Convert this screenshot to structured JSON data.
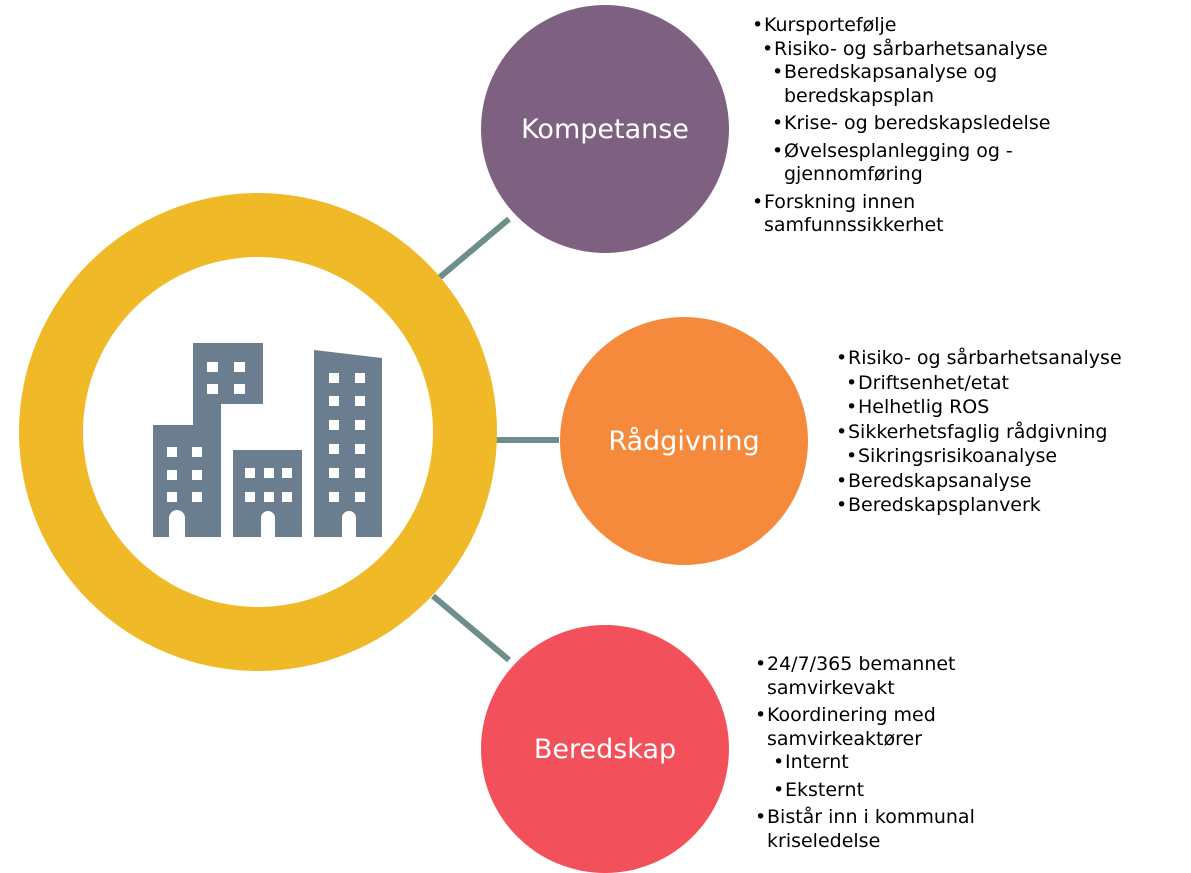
{
  "colors": {
    "hub_ring": "#F0B928",
    "hub_center": "#FFFFFF",
    "building": "#6B7E8F",
    "connector": "#6E8E8C",
    "kompetanse": "#7E6180",
    "radgivning": "#F58A3D",
    "beredskap": "#F2505A"
  },
  "icons": {
    "hub": "city-buildings-icon"
  },
  "nodes": {
    "kompetanse": {
      "label": "Kompetanse",
      "bullets": [
        {
          "level": 1,
          "text": "Kursportefølje"
        },
        {
          "level": 2,
          "text": "Risiko- og sårbarhetsanalyse"
        },
        {
          "level": 3,
          "text": "Beredskapsanalyse og beredskapsplan"
        },
        {
          "level": 3,
          "text": "Krise- og beredskapsledelse"
        },
        {
          "level": 3,
          "text": "Øvelsesplanlegging og -gjennomføring"
        },
        {
          "level": 1,
          "text": "Forskning innen samfunnssikkerhet"
        }
      ]
    },
    "radgivning": {
      "label": "Rådgivning",
      "bullets": [
        {
          "level": 1,
          "text": "Risiko- og sårbarhetsanalyse"
        },
        {
          "level": 2,
          "text": "Driftsenhet/etat"
        },
        {
          "level": 2,
          "text": "Helhetlig ROS"
        },
        {
          "level": 1,
          "text": "Sikkerhetsfaglig rådgivning"
        },
        {
          "level": 2,
          "text": "Sikringsrisikoanalyse"
        },
        {
          "level": 1,
          "text": "Beredskapsanalyse"
        },
        {
          "level": 1,
          "text": "Beredskapsplanverk"
        }
      ]
    },
    "beredskap": {
      "label": "Beredskap",
      "bullets": [
        {
          "level": 1,
          "text": "24/7/365 bemannet samvirkevakt"
        },
        {
          "level": 1,
          "text": "Koordinering med samvirkeaktører"
        },
        {
          "level": 2,
          "text": "Internt"
        },
        {
          "level": 2,
          "text": "Eksternt"
        },
        {
          "level": 1,
          "text": "Bistår inn i kommunal kriseledelse"
        }
      ]
    }
  }
}
